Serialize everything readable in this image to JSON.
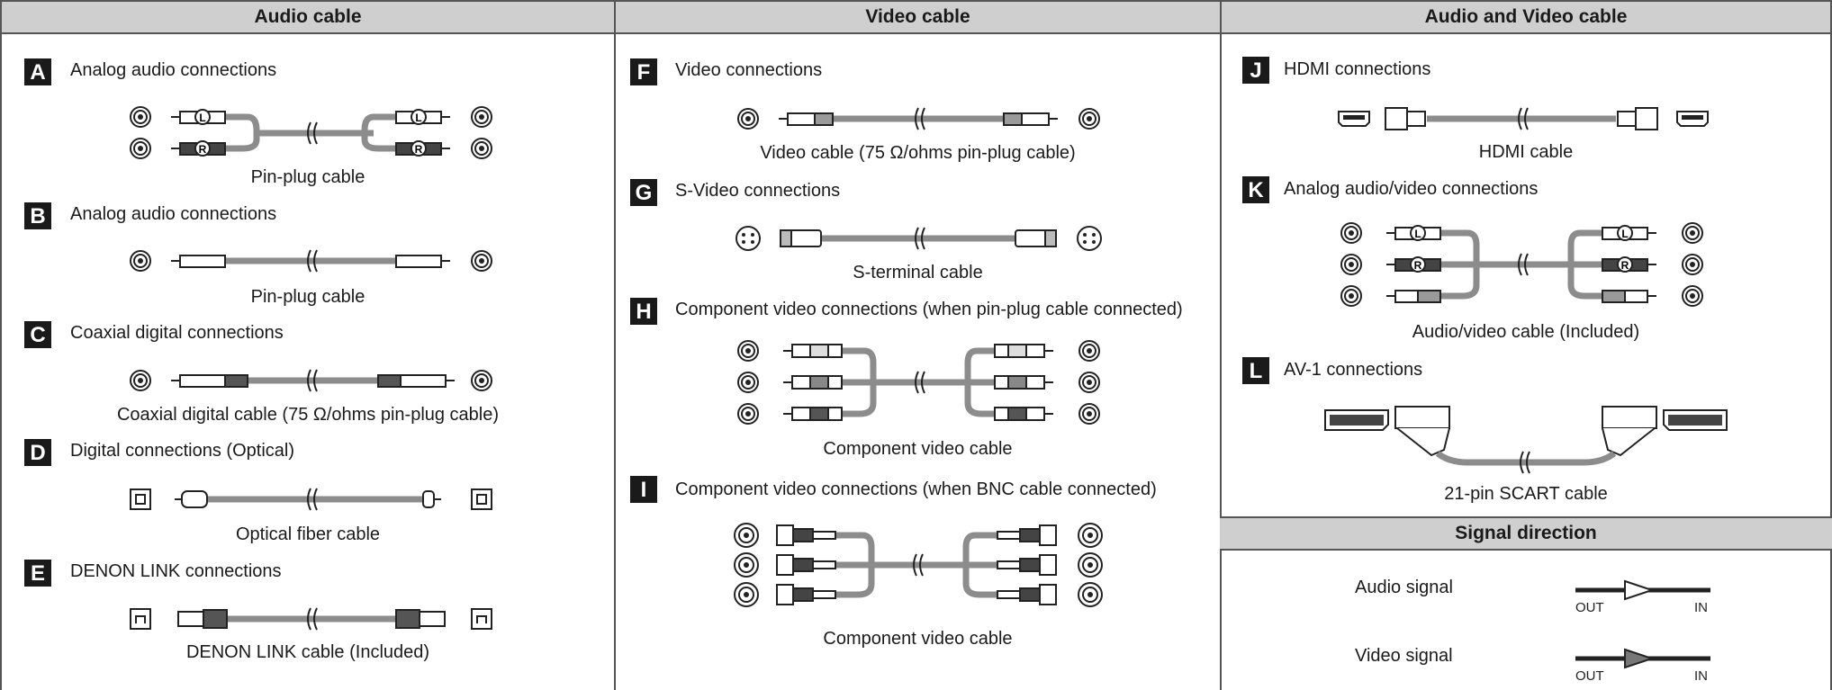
{
  "columns": {
    "audio": {
      "header": "Audio cable"
    },
    "video": {
      "header": "Video cable"
    },
    "av": {
      "header": "Audio and Video cable"
    }
  },
  "sections": {
    "A": {
      "letter": "A",
      "title": "Analog audio connections",
      "caption": "Pin-plug cable",
      "plug_labels": [
        "L",
        "R"
      ]
    },
    "B": {
      "letter": "B",
      "title": "Analog audio connections",
      "caption": "Pin-plug cable"
    },
    "C": {
      "letter": "C",
      "title": "Coaxial digital connections",
      "caption": "Coaxial digital cable (75 Ω/ohms pin-plug cable)"
    },
    "D": {
      "letter": "D",
      "title": "Digital connections (Optical)",
      "caption": "Optical fiber cable"
    },
    "E": {
      "letter": "E",
      "title": "DENON LINK connections",
      "caption": "DENON LINK cable (Included)"
    },
    "F": {
      "letter": "F",
      "title": "Video connections",
      "caption": "Video cable (75 Ω/ohms pin-plug cable)"
    },
    "G": {
      "letter": "G",
      "title": "S-Video connections",
      "caption": "S-terminal cable"
    },
    "H": {
      "letter": "H",
      "title": "Component video connections (when pin-plug cable connected)",
      "caption": "Component video cable"
    },
    "I": {
      "letter": "I",
      "title": "Component video connections (when BNC cable connected)",
      "caption": "Component video cable"
    },
    "J": {
      "letter": "J",
      "title": "HDMI connections",
      "caption": "HDMI cable"
    },
    "K": {
      "letter": "K",
      "title": "Analog audio/video connections",
      "caption": "Audio/video cable (Included)",
      "plug_labels": [
        "L",
        "R"
      ]
    },
    "L": {
      "letter": "L",
      "title": "AV-1 connections",
      "caption": "21-pin SCART cable"
    }
  },
  "signal_direction": {
    "header": "Signal direction",
    "audio_label": "Audio signal",
    "video_label": "Video signal",
    "out_label": "OUT",
    "in_label": "IN"
  }
}
